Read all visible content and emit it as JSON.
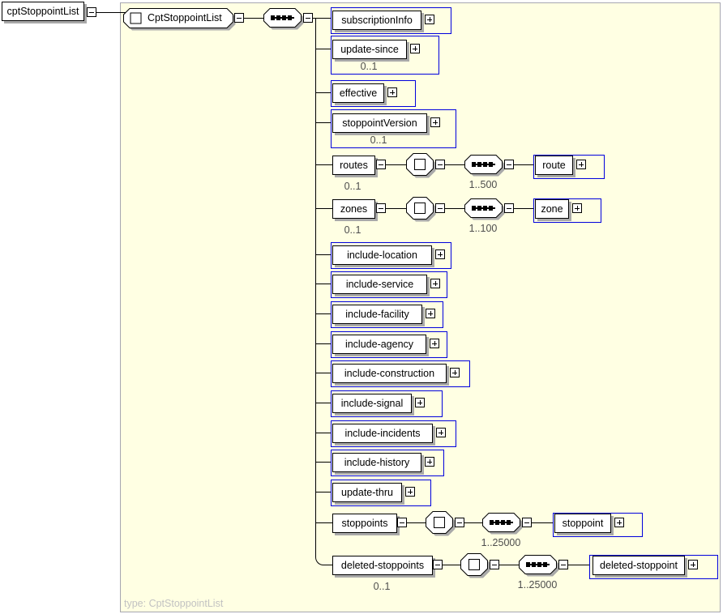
{
  "diagram": {
    "root_element": "cptStoppointList",
    "compositor_type": "CptStoppointList",
    "type_annotation": "type: CptStoppointList",
    "rows": [
      {
        "label": "subscriptionInfo"
      },
      {
        "label": "update-since",
        "occurs": "0..1"
      },
      {
        "label": "effective"
      },
      {
        "label": "stoppointVersion",
        "occurs": "0..1"
      },
      {
        "label": "routes",
        "occurs": "0..1",
        "child": "route",
        "child_occurs": "1..500"
      },
      {
        "label": "zones",
        "occurs": "0..1",
        "child": "zone",
        "child_occurs": "1..100"
      },
      {
        "label": "include-location"
      },
      {
        "label": "include-service"
      },
      {
        "label": "include-facility"
      },
      {
        "label": "include-agency"
      },
      {
        "label": "include-construction"
      },
      {
        "label": "include-signal"
      },
      {
        "label": "include-incidents"
      },
      {
        "label": "include-history"
      },
      {
        "label": "update-thru"
      },
      {
        "label": "stoppoints",
        "child": "stoppoint",
        "child_occurs": "1..25000"
      },
      {
        "label": "deleted-stoppoints",
        "occurs": "0..1",
        "child": "deleted-stoppoint",
        "child_occurs": "1..25000"
      }
    ],
    "icons": {
      "sequence": "sequence-icon",
      "complex_content": "complex-content-icon",
      "expand": "expand-icon",
      "collapse": "collapse-icon"
    }
  },
  "colors": {
    "panel_bg": "#ffffe3",
    "frame_blue": "#0000dd",
    "shadow_gray": "#a9a9a9",
    "cardinality_gray": "#4d4d4d",
    "type_label_gray": "#c2c2c2"
  }
}
